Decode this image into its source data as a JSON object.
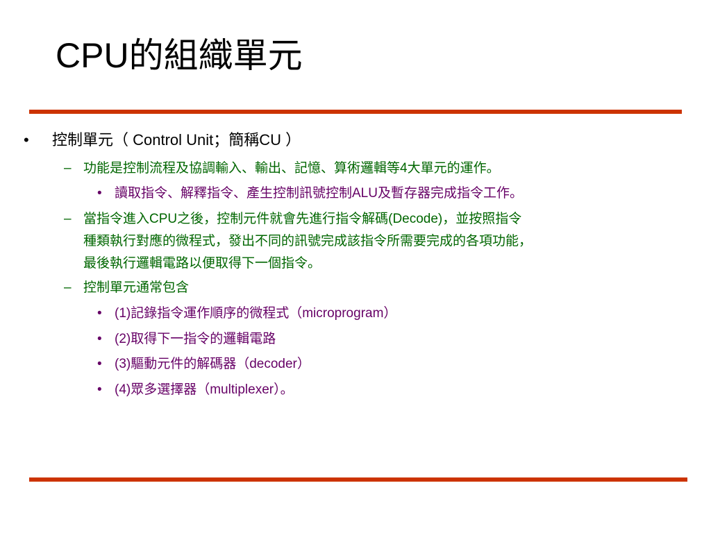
{
  "title": "CPU的組織單元",
  "colors": {
    "rule": "#cc3300",
    "level2": "#006600",
    "level3": "#660066",
    "text": "#000000"
  },
  "markers": {
    "bullet": "•",
    "dash": "–"
  },
  "items": [
    {
      "text": "控制單元（ Control Unit；簡稱CU ）"
    },
    {
      "text": "功能是控制流程及協調輸入、輸出、記憶、算術邏輯等4大單元的運作。"
    },
    {
      "text": "讀取指令、解釋指令、產生控制訊號控制ALU及暫存器完成指令工作。"
    },
    {
      "lines": [
        "當指令進入CPU之後，控制元件就會先進行指令解碼(Decode)，並按照指令",
        "種類執行對應的微程式，發出不同的訊號完成該指令所需要完成的各項功能，",
        "最後執行邏輯電路以便取得下一個指令。"
      ]
    },
    {
      "text": "控制單元通常包含"
    },
    {
      "text": "(1)記錄指令運作順序的微程式（microprogram）"
    },
    {
      "text": "(2)取得下一指令的邏輯電路"
    },
    {
      "text": "(3)驅動元件的解碼器（decoder）"
    },
    {
      "text": "(4)眾多選擇器（multiplexer）。"
    }
  ]
}
